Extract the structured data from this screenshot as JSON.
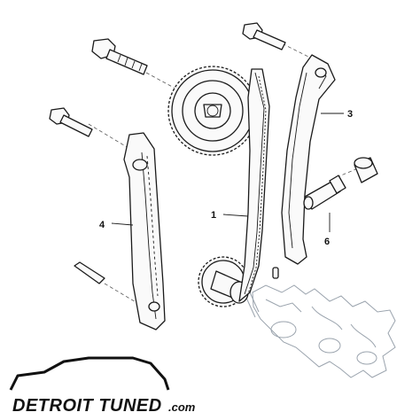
{
  "callouts": [
    {
      "id": "c1",
      "label": "1"
    },
    {
      "id": "c3",
      "label": "3"
    },
    {
      "id": "c4",
      "label": "4"
    },
    {
      "id": "c6",
      "label": "6"
    }
  ],
  "watermark": {
    "brand": "DETROIT TUNED",
    "domain": ".com"
  },
  "colors": {
    "line": "#1a1a1a",
    "ghost": "#9aa3ad",
    "background": "#ffffff"
  }
}
